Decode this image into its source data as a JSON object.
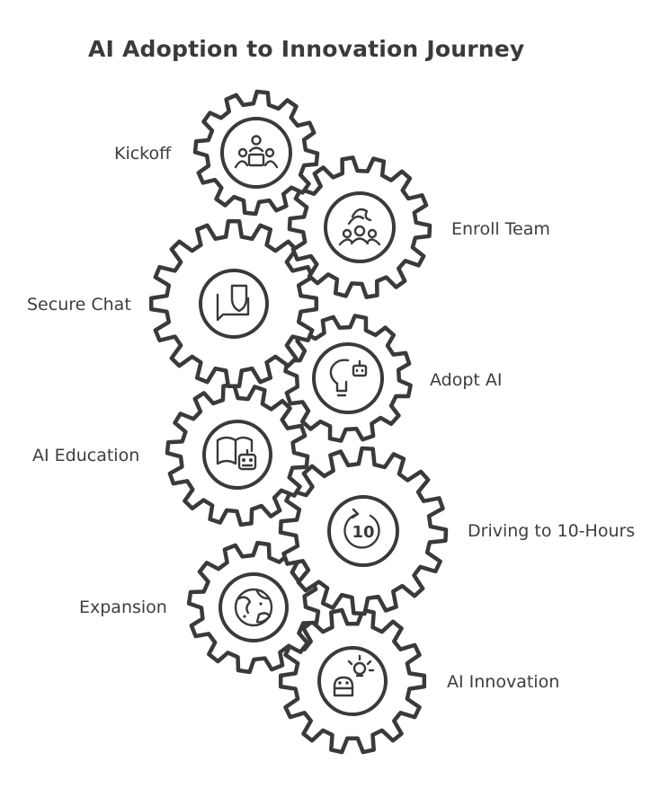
{
  "title": "AI Adoption to Innovation Journey",
  "colors": {
    "stroke": "#3a3a3a",
    "text": "#3d3d3d",
    "background": "#ffffff"
  },
  "steps": [
    {
      "label": "Kickoff",
      "icon": "meeting-table-icon"
    },
    {
      "label": "Enroll Team",
      "icon": "team-group-icon"
    },
    {
      "label": "Secure Chat",
      "icon": "secure-chat-shield-icon"
    },
    {
      "label": "Adopt AI",
      "icon": "lightbulb-robot-icon"
    },
    {
      "label": "AI Education",
      "icon": "book-robot-icon"
    },
    {
      "label": "Driving to 10-Hours",
      "icon": "ten-hours-counter-icon",
      "icon_text": "10"
    },
    {
      "label": "Expansion",
      "icon": "globe-icon"
    },
    {
      "label": "AI Innovation",
      "icon": "robot-idea-icon"
    }
  ]
}
